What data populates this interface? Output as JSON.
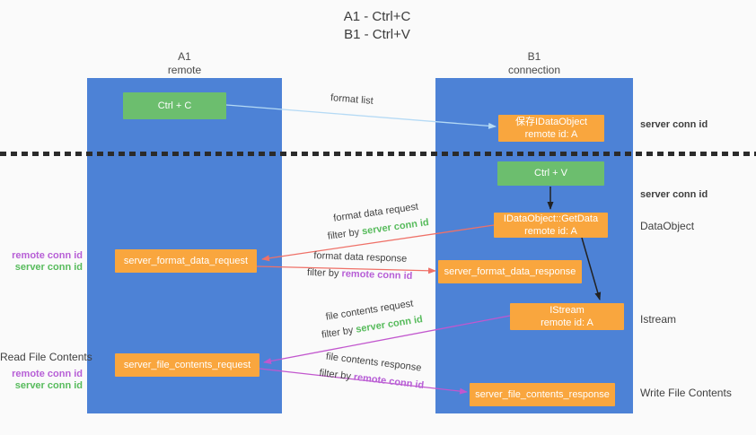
{
  "title": {
    "line1": "A1 - Ctrl+C",
    "line2": "B1 - Ctrl+V"
  },
  "lifelines": {
    "a1": {
      "name": "A1",
      "role": "remote"
    },
    "b1": {
      "name": "B1",
      "role": "connection"
    }
  },
  "nodes": {
    "ctrl_c": {
      "label": "Ctrl + C"
    },
    "ctrl_v": {
      "label": "Ctrl + V"
    },
    "save_dataobject": {
      "line1": "保存IDataObject",
      "line2": "remote id: A"
    },
    "getdata": {
      "line1": "IDataObject::GetData",
      "line2": "remote id: A"
    },
    "istream": {
      "line1": "IStream",
      "line2": "remote id: A"
    },
    "server_format_data_request": {
      "label": "server_format_data_request"
    },
    "server_format_data_response": {
      "label": "server_format_data_response"
    },
    "server_file_contents_request": {
      "label": "server_file_contents_request"
    },
    "server_file_contents_response": {
      "label": "server_file_contents_response"
    }
  },
  "messages": {
    "format_list": "format list",
    "format_data_request": "format data request",
    "format_data_response": "format data response",
    "file_contents_request": "file contents request",
    "file_contents_response": "file contents response",
    "filter_by": "filter by",
    "server_conn_id": "server conn id",
    "remote_conn_id": "remote conn id"
  },
  "annotations": {
    "dataobject": "DataObject",
    "istream": "Istream",
    "read_file_contents": "Read File Contents",
    "write_file_contents": "Write File Contents"
  },
  "colors": {
    "lifeline_blue": "#4d82d6",
    "green_box": "#6cbe6e",
    "orange_box": "#f9a63e",
    "green_text": "#57bb5c",
    "purple_text": "#b75fd6",
    "red_arrow": "#ef7168",
    "magenta_arrow": "#c257ce",
    "blue_arrow": "#b5daf5",
    "black_arrow": "#222222"
  }
}
